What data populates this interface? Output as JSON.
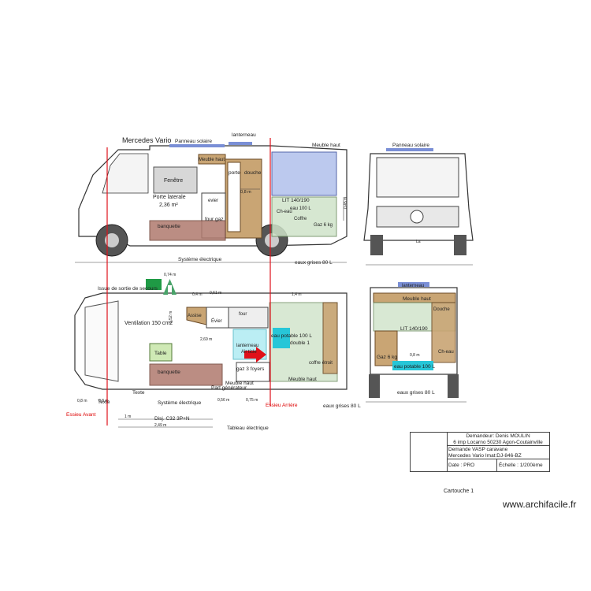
{
  "side_view": {
    "vehicle": "Mercedes Vario",
    "solar_panel": "Panneau solaire",
    "skylight": "lanterneau",
    "upper_cabinet": "Meuble haut",
    "upper_cabinet_2": "Meuble haut",
    "window": "Fenêtre",
    "shower_door": "porte",
    "shower": "douche",
    "side_door": "Porte laterale",
    "door_area": "2,36 m²",
    "bed": "LIT 140/190",
    "water": "eau 100 L",
    "gas": "Gaz 6 kg",
    "chest": "Ch-eau",
    "safe": "Coffre",
    "sink": "evier",
    "stove": "four gaz",
    "bench": "banquette",
    "electrical": "Système électrique",
    "grey_water": "eaux grises 80 L",
    "dim_door": "0,8 m",
    "dim_height": "0,45 m"
  },
  "front_view": {
    "solar_panel": "Panneau solaire",
    "plate": "La"
  },
  "plan_view": {
    "emergency_exit": "Issue de sortie de secours",
    "ventilation": "Ventilation 150 cm2",
    "seat": "Assise",
    "sink": "Évier",
    "oven": "four",
    "table": "Table",
    "skylight": "lanterneau",
    "air_vent": "Air ticle",
    "drinking_water": "eau potable 100 L",
    "double_bed": "double 1",
    "wardrobe": "coffre étroit",
    "gas_burners": "gaz 3 foyers",
    "upper_cab": "Meuble haut",
    "upper_cab_2": "Meuble haut",
    "generator": "Part générateur",
    "bench": "banquette",
    "text1": "Texte",
    "text2": "Texte",
    "electrical": "Système électrique",
    "breaker": "Disj. C32 3P+N",
    "panel": "Tableau électrique",
    "grey_water": "eaux grises 80 L",
    "front_axle": "Essieu Avant",
    "rear_axle": "Essieu Arrière",
    "dims": {
      "d074": "0,74 m",
      "d04": "0,4 m",
      "d061": "0,61 m",
      "d14": "1,4 m",
      "d052": "0,52 m",
      "d269": "2,69 m",
      "d08": "0,8 m",
      "d1": "1 m",
      "d056": "0,56 m",
      "d075": "0,75 m",
      "d249": "2,49 m",
      "d08b": "0,8 m"
    }
  },
  "rear_view": {
    "skylight": "lanterneau",
    "upper_cabinet": "Meuble haut",
    "bed": "LIT 140/190",
    "shower": "Douche",
    "gas": "Gaz 6 kg",
    "chest": "Ch-eau",
    "water": "eau potable 100 L",
    "grey_water": "eaux grises 80 L",
    "dim": "0,8 m"
  },
  "cartouche": {
    "requester": "Demandeur: Denis MOULIN",
    "address": "6 imp Locarno 50230 Agon-Coutainville",
    "request": "Demande VASP caravane",
    "vehicle": "Mercedes Vario  Imat:DJ-846-BZ",
    "date": "Date : PRO",
    "scale": "Échelle : 1/200ème",
    "caption": "Cartouche 1"
  },
  "watermark": "www.archifacile.fr",
  "colors": {
    "wood": "#c9a574",
    "bench": "#b07a6e",
    "bed": "#cfe3c9",
    "blue_box": "#bcc9ee",
    "cyan": "#27c6d8",
    "axle": "#e0111a",
    "table_green": "#cfe9b5"
  }
}
